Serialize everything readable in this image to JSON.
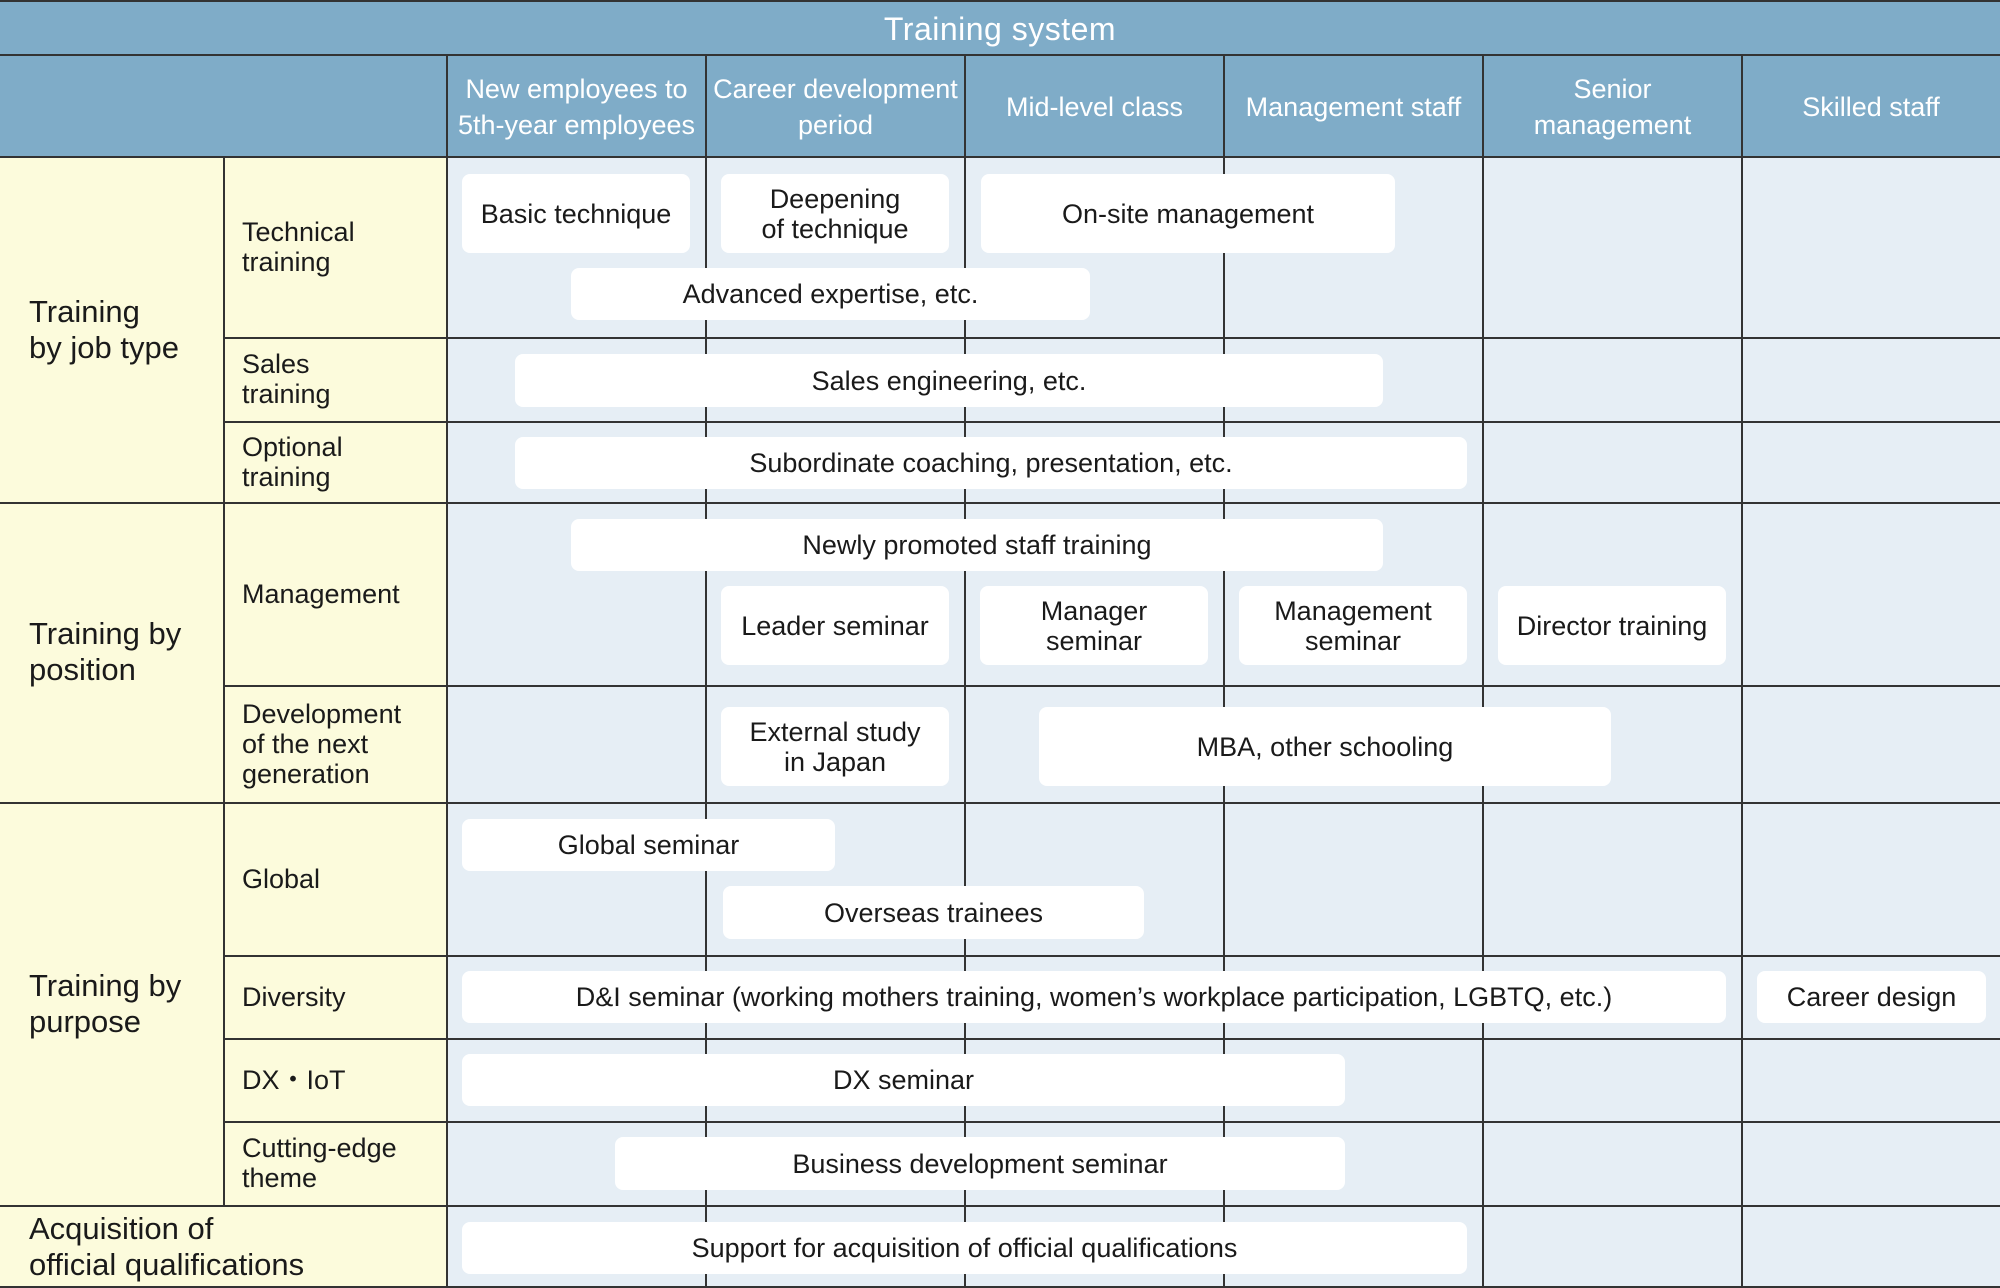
{
  "title": "Training system",
  "columns": [
    "New employees to\n5th-year employees",
    "Career development\nperiod",
    "Mid-level class",
    "Management staff",
    "Senior\nmanagement",
    "Skilled staff"
  ],
  "groups": [
    "Training\nby job type",
    "Training by\nposition",
    "Training by\npurpose",
    "Acquisition of\nofficial qualifications"
  ],
  "subs": [
    "Technical\ntraining",
    "Sales\ntraining",
    "Optional\ntraining",
    "Management",
    "Development\nof the next\ngeneration",
    "Global",
    "Diversity",
    "DX・IoT",
    "Cutting-edge\ntheme"
  ],
  "programs": [
    "Basic technique",
    "Deepening\nof technique",
    "On-site management",
    "Advanced expertise, etc.",
    "Sales engineering, etc.",
    "Subordinate coaching, presentation, etc.",
    "Newly promoted staff training",
    "Leader seminar",
    "Manager\nseminar",
    "Management\nseminar",
    "Director training",
    "External study\nin Japan",
    "MBA, other schooling",
    "Global seminar",
    "Overseas trainees",
    "D&I seminar (working mothers training, women’s workplace participation, LGBTQ, etc.)",
    "Career design",
    "DX seminar",
    "Business development seminar",
    "Support for acquisition of official qualifications"
  ],
  "colors": {
    "header": "#7facc8",
    "body": "#e6eef5",
    "label_column": "#fcfbdc",
    "box": "#ffffff",
    "gridline": "#333333"
  }
}
